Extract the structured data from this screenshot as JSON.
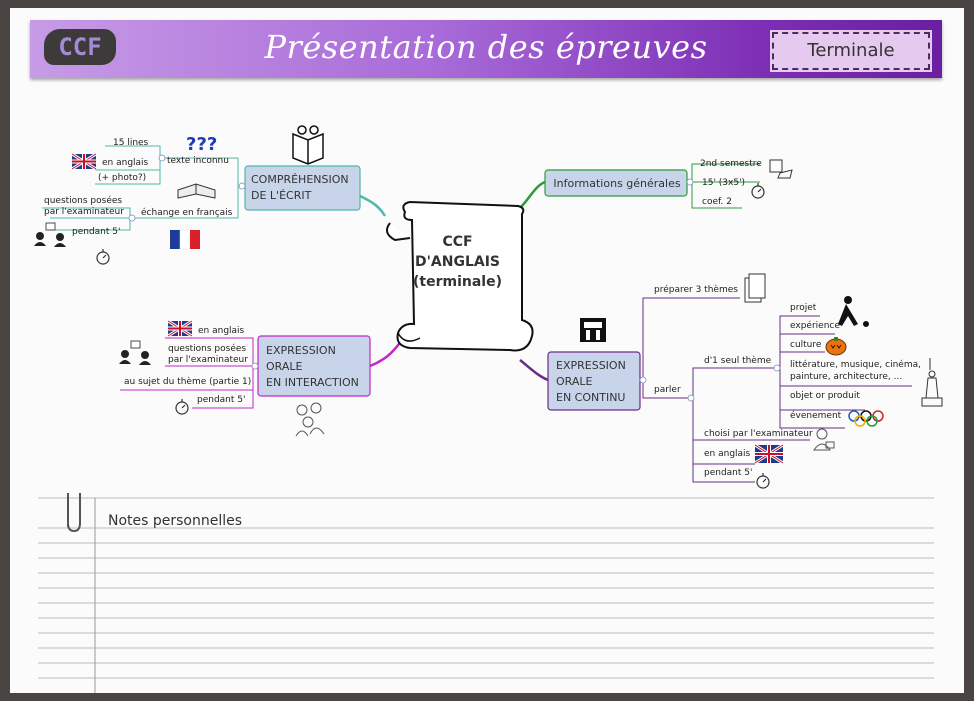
{
  "header": {
    "logo": "CCF",
    "title": "Présentation des épreuves",
    "level_tag": "Terminale"
  },
  "center": {
    "line1": "CCF",
    "line2": "D'ANGLAIS",
    "line3": "(terminale)"
  },
  "comprehension": {
    "title_line1": "COMPRÉHENSION",
    "title_line2": "DE L'ÉCRIT",
    "texte_inconnu": "texte inconnu",
    "lines": "15 lines",
    "en_anglais": "en anglais",
    "photo": "(+ photo?)",
    "echange": "échange en français",
    "questions_line1": "questions posées",
    "questions_line2": "par l'examinateur",
    "pendant": "pendant 5'"
  },
  "informations": {
    "title": "Informations générales",
    "items": [
      "2nd semestre",
      "15' (3x5')",
      "coef. 2"
    ]
  },
  "interaction": {
    "title_line1": "EXPRESSION",
    "title_line2": "ORALE",
    "title_line3": "EN INTERACTION",
    "en_anglais": "en anglais",
    "questions_line1": "questions posées",
    "questions_line2": "par l'examinateur",
    "sujet": "au sujet du thème (partie 1)",
    "pendant": "pendant 5'"
  },
  "continu": {
    "title_line1": "EXPRESSION",
    "title_line2": "ORALE",
    "title_line3": "EN CONTINU",
    "preparer": "préparer 3 thèmes",
    "parler": "parler",
    "seul_theme": "d'1 seul thème",
    "themes": [
      "projet",
      "expérience",
      "culture",
      "objet or produit",
      "évenement"
    ],
    "litterature_line1": "littérature, musique, cinéma,",
    "litterature_line2": "painture, architecture, ...",
    "choisi": "choisi par l'examinateur",
    "en_anglais": "en anglais",
    "pendant": "pendant 5'"
  },
  "icons": {
    "question_marks": "???"
  },
  "notes": {
    "label": "Notes personnelles"
  },
  "colors": {
    "comp": "#4fb8a8",
    "info": "#2e9a3c",
    "interaction": "#c026c8",
    "continu": "#6a2c86",
    "box_fill": "#c8d4ea"
  }
}
